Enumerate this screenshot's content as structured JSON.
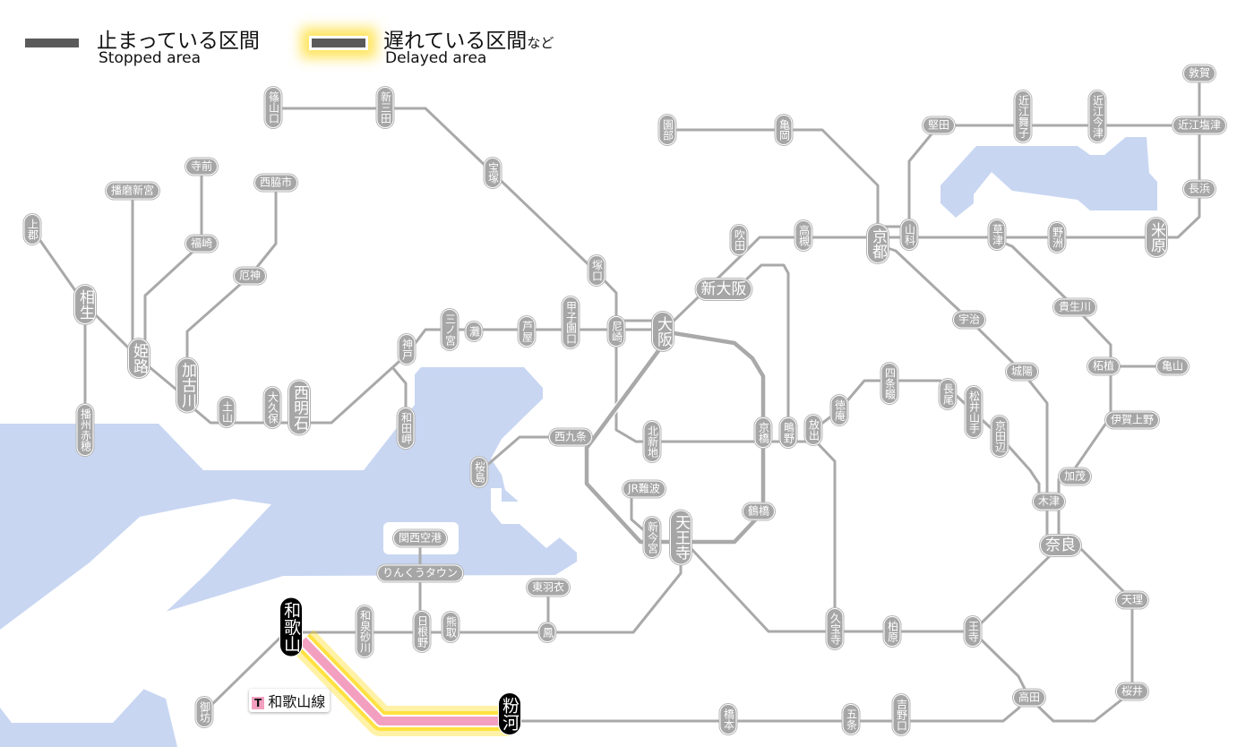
{
  "legend": {
    "stopped": {
      "jp": "止まっている区間",
      "en": "Stopped area"
    },
    "delayed": {
      "jp": "遅れている区間",
      "jp_suffix": "など",
      "en": "Delayed area"
    }
  },
  "delayed_line": {
    "badge": "T",
    "name": "和歌山線",
    "color": "#f3a0c0",
    "glow": "#ffd800"
  },
  "colors": {
    "water": "#c8d6f2",
    "line": "#a9a9a9",
    "station": "#a6a6a6",
    "stopped": "#5a5a5a"
  },
  "stations": [
    "篠山口",
    "新三田",
    "宝塚",
    "播磨新宮",
    "寺前",
    "西脇市",
    "上郡",
    "福崎",
    "厄神",
    "相生",
    "姫路",
    "加古川",
    "土山",
    "大久保",
    "西明石",
    "神戸",
    "三ノ宮",
    "灘",
    "芦屋",
    "甲子園口",
    "尼崎",
    "塚口",
    "大阪",
    "和田岬",
    "播州赤穂",
    "新大阪",
    "吹田",
    "高槻",
    "園部",
    "亀岡",
    "京都",
    "山科",
    "堅田",
    "近江舞子",
    "近江今津",
    "敦賀",
    "近江塩津",
    "長浜",
    "米原",
    "野洲",
    "草津",
    "宇治",
    "貴生川",
    "城陽",
    "柘植",
    "亀山",
    "伊賀上野",
    "四条畷",
    "長尾",
    "松井山手",
    "京田辺",
    "徳庵",
    "放出",
    "鴫野",
    "京橋",
    "北新地",
    "西九条",
    "桜島",
    "JR難波",
    "新今宮",
    "天王寺",
    "鶴橋",
    "木津",
    "加茂",
    "奈良",
    "天理",
    "桜井",
    "高田",
    "王寺",
    "柏原",
    "久宝寺",
    "関西空港",
    "りんくうタウン",
    "東羽衣",
    "鳳",
    "熊取",
    "日根野",
    "和泉砂川",
    "和歌山",
    "御坊",
    "粉河",
    "橋本",
    "五条",
    "吉野口"
  ]
}
